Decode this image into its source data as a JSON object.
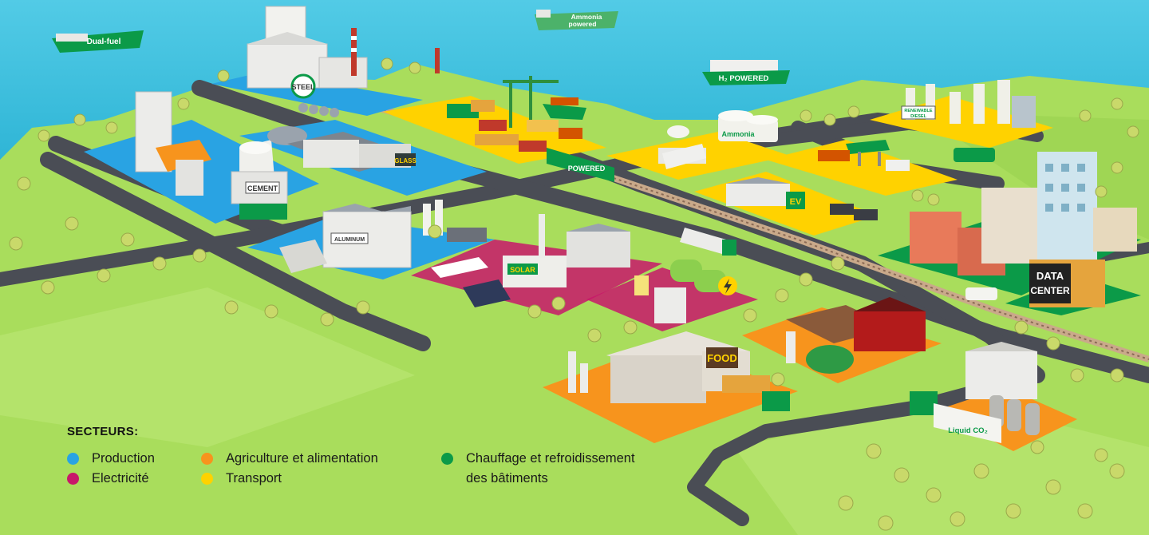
{
  "labels": {
    "ship_dual_fuel": "Dual-fuel",
    "ship_ammonia_l1": "Ammonia",
    "ship_ammonia_l2": "powered",
    "ship_h2_powered": "H₂ POWERED",
    "steel": "STEEL",
    "cement": "CEMENT",
    "glass": "GLASS",
    "aluminum": "ALUMINUM",
    "solar": "SOLAR",
    "food": "FOOD",
    "ammonia_tank": "Ammonia",
    "renewable_diesel_l1": "RENEWABLE",
    "renewable_diesel_l2": "DIESEL",
    "train_powered": "POWERED",
    "ev": "EV",
    "data_center_l1": "DATA",
    "data_center_l2": "CENTER",
    "liquid_co2": "Liquid CO₂"
  },
  "legend": {
    "title": "SECTEURS:",
    "items": [
      {
        "label": "Production",
        "color": "#29a3e3"
      },
      {
        "label": "Electricité",
        "color": "#c8186a"
      },
      {
        "label": "Agriculture et alimentation",
        "color": "#f7941d"
      },
      {
        "label": "Transport",
        "color": "#ffd200"
      },
      {
        "label": "Chauffage et refroidissement",
        "label2": "des bâtiments",
        "color": "#0b9a48"
      }
    ]
  },
  "colors": {
    "water": "#45c3e0",
    "grass": "#a9dd5c",
    "road": "#4a4d55",
    "production": "#29a3e3",
    "electricity": "#c8186a",
    "agriculture": "#f7941d",
    "transport": "#ffd200",
    "buildings": "#0b9a48"
  }
}
